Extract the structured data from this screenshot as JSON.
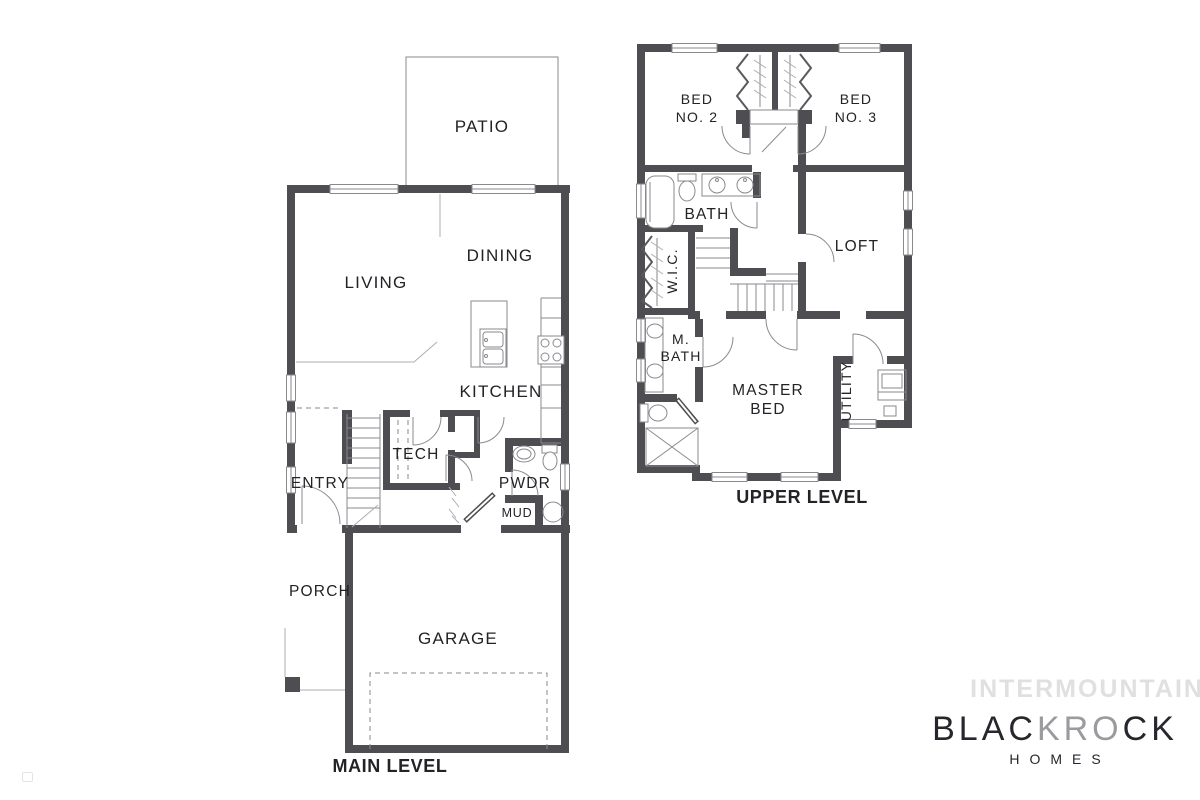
{
  "branding": {
    "watermark": "INTERMOUNTAIN",
    "logo": {
      "left": "BLAC",
      "mid": "KRO",
      "right": "CK",
      "sub": "HOMES"
    }
  },
  "main_level": {
    "title": "MAIN LEVEL",
    "rooms": {
      "patio": "PATIO",
      "dining": "DINING",
      "living": "LIVING",
      "kitchen": "KITCHEN",
      "tech": "TECH",
      "entry": "ENTRY",
      "pwdr": "PWDR",
      "mud": "MUD",
      "porch": "PORCH",
      "garage": "GARAGE"
    }
  },
  "upper_level": {
    "title": "UPPER LEVEL",
    "rooms": {
      "bed2": [
        "BED",
        "NO. 2"
      ],
      "bed3": [
        "BED",
        "NO. 3"
      ],
      "bath": "BATH",
      "loft": "LOFT",
      "wic": "W.I.C.",
      "mbath": [
        "M.",
        "BATH"
      ],
      "master": [
        "MASTER",
        "BED"
      ],
      "utility": "UTILITY"
    }
  },
  "colors": {
    "wall": "#4e4e52",
    "line": "#8a8a8e",
    "label": "#232327",
    "watermark": "#e0e0e1",
    "logo_dark": "#26262c",
    "logo_gray": "#9b9b9f"
  }
}
